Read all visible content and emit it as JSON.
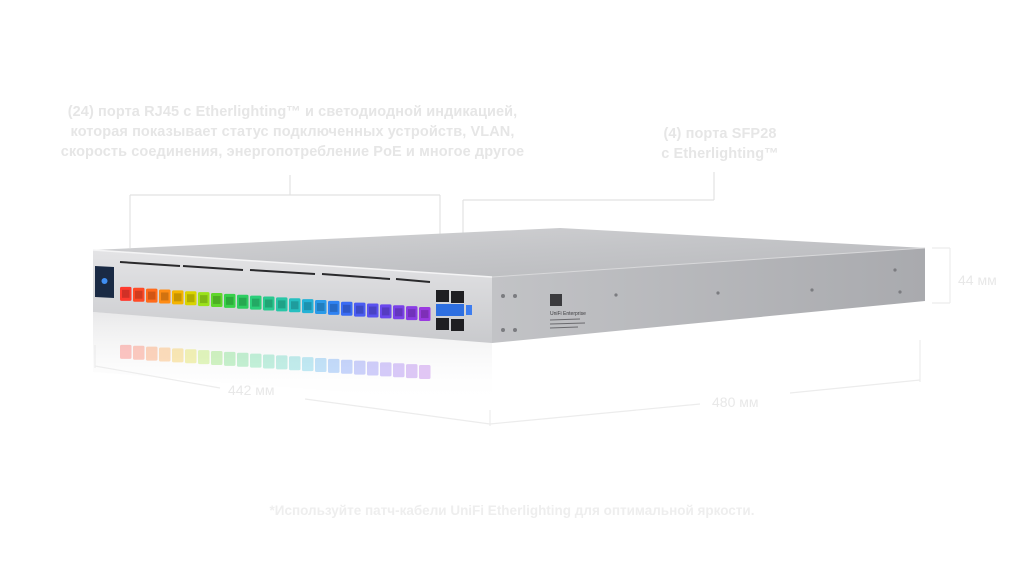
{
  "callouts": {
    "ports_line1": "(24) порта RJ45 с Etherlighting™ и светодиодной индикацией,",
    "ports_line2": "которая показывает статус подключенных устройств, VLAN,",
    "ports_line3": "скорость соединения, энергопотребление PoE и многое другое",
    "sfp_line1": "(4) порта SFP28",
    "sfp_line2": "с Etherlighting™"
  },
  "dimensions": {
    "height": "44 мм",
    "width": "442 мм",
    "depth": "480 мм"
  },
  "device": {
    "label_brand": "UniFi Enterprise",
    "port_count": 24,
    "sfp_count": 4,
    "led_colors": [
      "#ff3b2f",
      "#ff4a26",
      "#ff6a1a",
      "#ff8c14",
      "#f4b400",
      "#d9d400",
      "#9be21a",
      "#5fd62a",
      "#38d14a",
      "#2fce62",
      "#2bcf7a",
      "#29c98f",
      "#28c6a6",
      "#26bfc0",
      "#24b2d6",
      "#2a9ae8",
      "#2f82f2",
      "#3a6cf4",
      "#4a5cf2",
      "#5a52ef",
      "#6a48ec",
      "#7a42e8",
      "#8a3ee4",
      "#9a3ae0"
    ],
    "brand_color": "#2d6fd6"
  },
  "footnote": "*Используйте патч-кабели UniFi Etherlighting для оптимальной яркости."
}
